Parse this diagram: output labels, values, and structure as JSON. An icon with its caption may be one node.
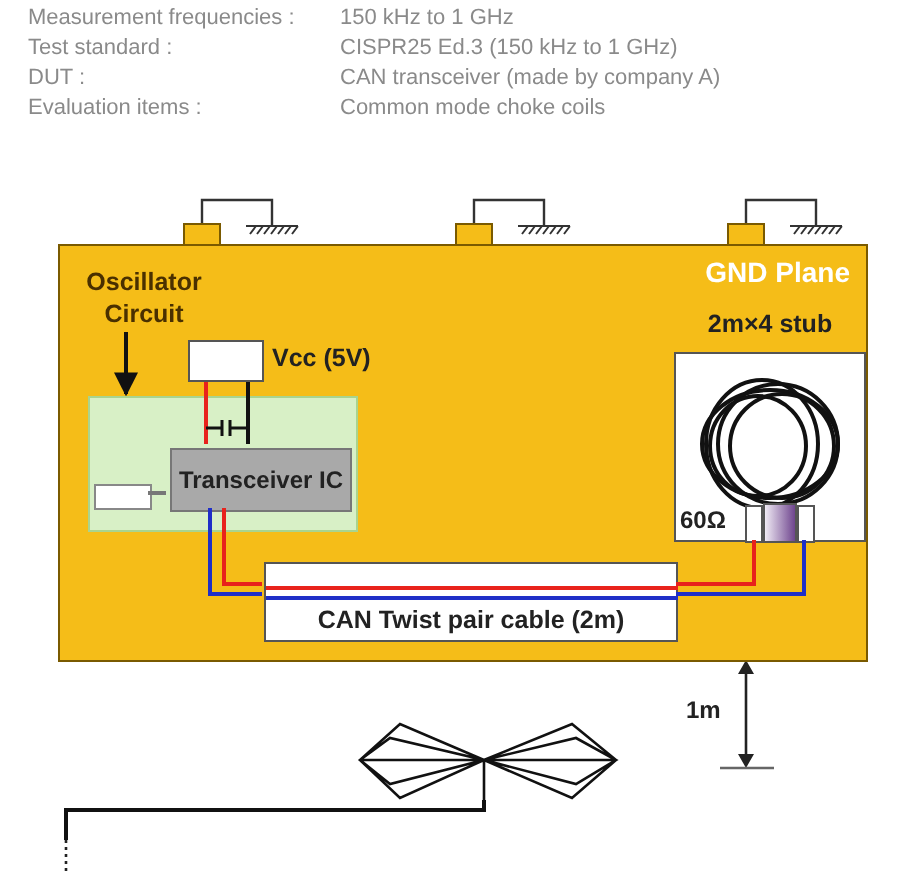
{
  "diagram": {
    "nodes": [
      {
        "text": [
          "GND Plane"
        ]
      },
      {
        "text": [
          "Oscillator Circuit"
        ],
        "in": 0
      },
      {
        "text": [],
        "shape": "box",
        "in": 0
      },
      {
        "text": [
          "Vcc (5V)"
        ],
        "in": 0
      },
      {
        "text": [
          "Transceiver IC"
        ],
        "in": 2
      },
      {
        "text": [],
        "shape": "box",
        "in": 2
      },
      {
        "text": [
          "2m×4 stub",
          "60Ω"
        ],
        "in": 0
      },
      {
        "text": [
          "CAN Twist pair cable (2m)"
        ],
        "in": 0
      },
      {
        "text": [],
        "shape": "picture"
      }
    ],
    "edges": [
      {
        "from": 1,
        "to": 2,
        "arrow": "to"
      },
      {
        "from": 3,
        "to": 4,
        "arrow": "none",
        "color": "#e8231c"
      },
      {
        "from": 3,
        "to": 4,
        "arrow": "none"
      },
      {
        "from": 5,
        "to": 4,
        "arrow": "none",
        "color": "#777777"
      },
      {
        "from": 4,
        "to": 7,
        "arrow": "none",
        "color": "#e8231c"
      },
      {
        "from": 4,
        "to": 7,
        "arrow": "none",
        "color": "#1f2fc8"
      },
      {
        "from": 7,
        "to": 6,
        "arrow": "none",
        "color": "#e8231c"
      },
      {
        "from": 7,
        "to": 6,
        "arrow": "none",
        "color": "#1f2fc8"
      },
      {
        "from": 8,
        "to": null,
        "arrow": "none"
      }
    ],
    "labels": [
      "Measurement frequencies :",
      "150 kHz to 1 GHz",
      "Test standard :",
      "CISPR25 Ed.3 (150 kHz to 1 GHz)",
      "DUT :",
      "CAN transceiver (made by company A)",
      "Evaluation items :",
      "Common mode choke coils",
      "1m"
    ]
  }
}
